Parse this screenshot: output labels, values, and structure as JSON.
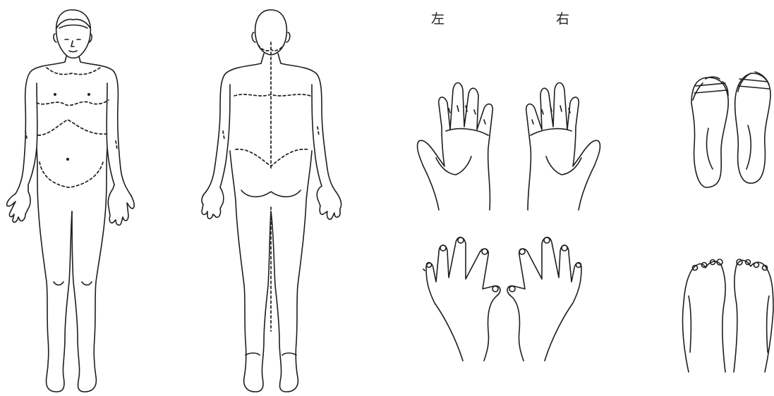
{
  "labels": {
    "left": "左",
    "right": "右"
  },
  "figures": [
    {
      "id": "front-body",
      "icon": "human-body-front-icon"
    },
    {
      "id": "back-body",
      "icon": "human-body-back-icon"
    },
    {
      "id": "left-palm",
      "icon": "left-palm-icon"
    },
    {
      "id": "right-palm",
      "icon": "right-palm-icon"
    },
    {
      "id": "left-hand-back",
      "icon": "left-hand-back-icon"
    },
    {
      "id": "right-hand-back",
      "icon": "right-hand-back-icon"
    },
    {
      "id": "foot-soles",
      "icon": "foot-soles-icon"
    },
    {
      "id": "foot-tops",
      "icon": "foot-tops-icon"
    }
  ],
  "colors": {
    "ink": "#1e1e1e",
    "paper": "#ffffff"
  }
}
